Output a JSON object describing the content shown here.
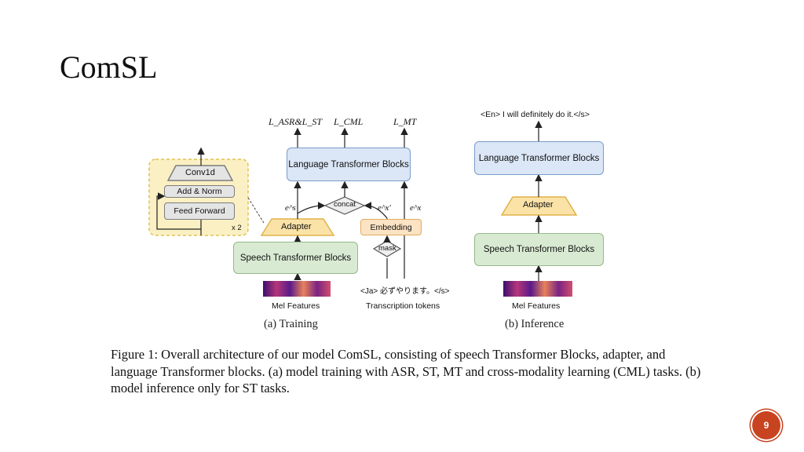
{
  "slide": {
    "title": "ComSL",
    "page_number": "9"
  },
  "training": {
    "loss_asr_st": "L_ASR&L_ST",
    "loss_cml": "L_CML",
    "loss_mt": "L_MT",
    "language_block": "Language Transformer Blocks",
    "concat": "concat",
    "es": "e^s",
    "ex_prime": "e^x'",
    "ex": "e^x",
    "adapter": "Adapter",
    "embedding": "Embedding",
    "mask": "mask",
    "speech_block": "Speech Transformer Blocks",
    "jp_tokens": "<Ja> 必ずやります。</s>",
    "mel_features": "Mel Features",
    "transcription_tokens": "Transcription tokens",
    "caption": "(a) Training",
    "detail": {
      "conv1d": "Conv1d",
      "add_norm": "Add & Norm",
      "feed_forward": "Feed Forward",
      "repeat": "x 2"
    }
  },
  "inference": {
    "output_text": "<En> I will definitely do it.</s>",
    "language_block": "Language Transformer Blocks",
    "adapter": "Adapter",
    "speech_block": "Speech Transformer Blocks",
    "mel_features": "Mel Features",
    "caption": "(b) Inference"
  },
  "figure_caption": "Figure 1: Overall architecture of our model ComSL, consisting of speech Transformer Blocks, adapter, and language Transformer blocks. (a) model training with ASR, ST, MT and cross-modality learning (CML) tasks. (b) model inference only for ST tasks."
}
